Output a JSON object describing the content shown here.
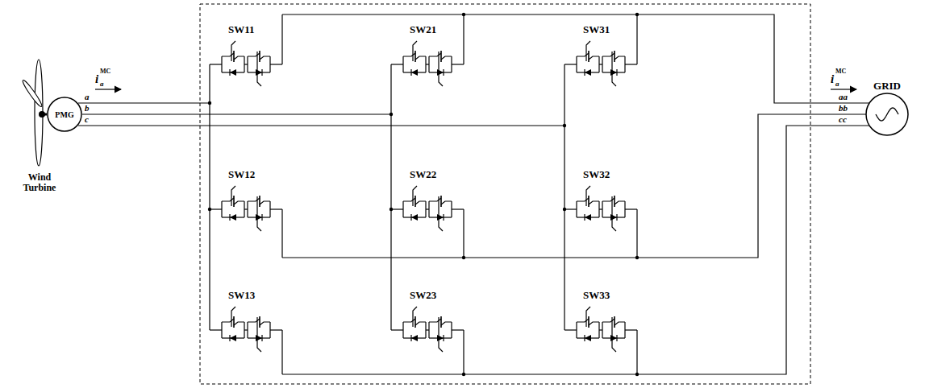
{
  "diagram": {
    "nodes": [
      {
        "text": [
          "PMG"
        ]
      },
      {
        "text": [
          "GRID"
        ]
      }
    ],
    "labels": [
      "i",
      "a",
      "MC",
      "a",
      "b",
      "c",
      "SW11",
      "SW21",
      "SW31",
      "SW12",
      "SW22",
      "SW32",
      "SW13",
      "SW23",
      "SW33",
      "i",
      "a",
      "MC",
      "aa",
      "bb",
      "cc",
      "Wind Turbine"
    ]
  }
}
